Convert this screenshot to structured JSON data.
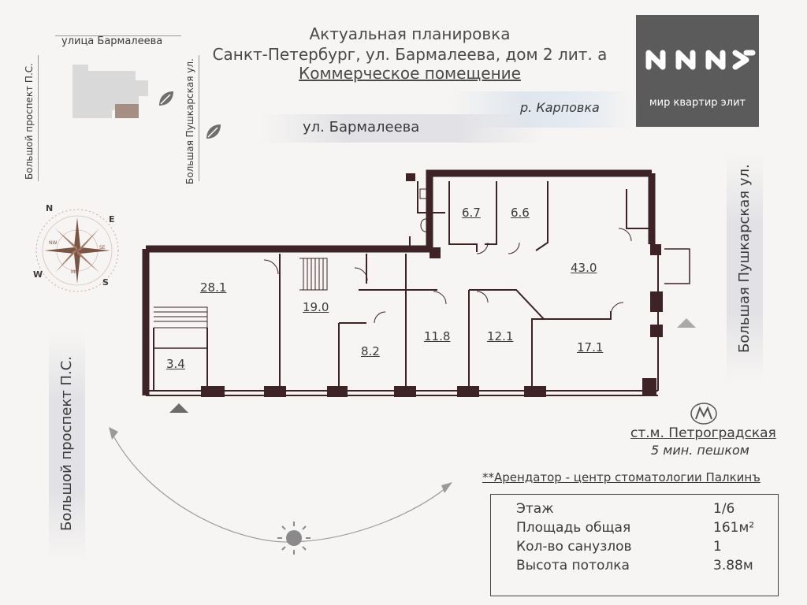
{
  "header": {
    "line1": "Актуальная планировка",
    "line2": "Санкт-Петербург, ул. Бармалеева, дом 2 лит. а",
    "line3": "Коммерческое помещение"
  },
  "logo": {
    "text": "мир квартир элит"
  },
  "river": "р. Карповка",
  "streets": {
    "top_small": "улица Бармалеева",
    "left_small": "Большой проспект П.С.",
    "right_small": "Большая Пушкарская ул.",
    "main_top": "ул. Бармалеева",
    "main_right": "Большая Пушкарская ул.",
    "main_left": "Большой проспект П.С."
  },
  "compass": {
    "n": "N",
    "e": "E",
    "s": "S",
    "w": "W",
    "nw": "NW",
    "se": "SE",
    "ms": "MS"
  },
  "rooms": [
    {
      "id": "r28",
      "area": "28.1"
    },
    {
      "id": "r19",
      "area": "19.0"
    },
    {
      "id": "r34",
      "area": "3.4"
    },
    {
      "id": "r82",
      "area": "8.2"
    },
    {
      "id": "r118",
      "area": "11.8"
    },
    {
      "id": "r121",
      "area": "12.1"
    },
    {
      "id": "r171",
      "area": "17.1"
    },
    {
      "id": "r67",
      "area": "6.7"
    },
    {
      "id": "r66",
      "area": "6.6"
    },
    {
      "id": "r43",
      "area": "43.0"
    }
  ],
  "metro": {
    "station": "ст.м. Петроградская",
    "walk": "5 мин. пешком"
  },
  "tenant": "**Арендатор - центр стоматологии Палкинъ",
  "info": [
    {
      "label": "Этаж",
      "value": "1/6"
    },
    {
      "label": "Площадь общая",
      "value": "161м²"
    },
    {
      "label": "Кол-во санузлов",
      "value": "1"
    },
    {
      "label": "Высота потолка",
      "value": "3.88м"
    }
  ],
  "colors": {
    "wall": "#3d2226",
    "logo_bg": "#5b5b5b",
    "background": "#f7f5f3"
  }
}
